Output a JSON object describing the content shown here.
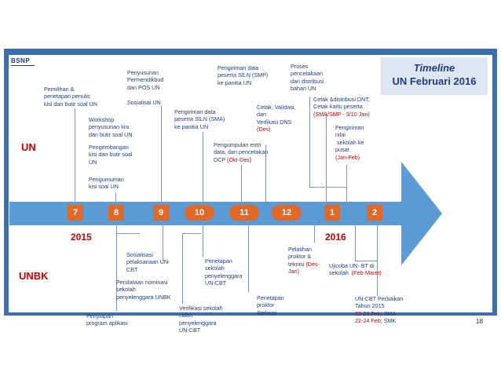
{
  "logo": {
    "text": "BSNP"
  },
  "timeline_box": {
    "title": "Timeline",
    "subtitle": "UN Februari 2016"
  },
  "rows": {
    "un": "UN",
    "unbk": "UNBK"
  },
  "years": {
    "y1": "2015",
    "y2": "2016"
  },
  "months": [
    "7",
    "8",
    "9",
    "10",
    "11",
    "12",
    "1",
    "2"
  ],
  "colors": {
    "frame": "#3b6fb0",
    "band": "#5b9bd5",
    "marker": "#e0692a",
    "accent_red": "#c00000",
    "text_blue": "#1f3d7a"
  },
  "un_notes": {
    "n1": "Pemilihan &\npenetapan penulis\nkisi dan butir soal UN",
    "n2": "Workshop\npenyusunan kisi\ndan butir soal UN",
    "n3": "Pengembangan\nkisi dan butir soal\nUN",
    "n4": "Pengumuman\nkisi soal UN",
    "n5": "Penyusunan\nPermendikbud\ndan POS UN",
    "n6": "Sosialisai UN",
    "n7": "Pengiriman data\npeserta SILN (SMA)\nke panitia UN",
    "n8": "Pengiriman data\npeserta SILN (SMP)\nke panitia UN",
    "n9a": "Pengumpulan entri\ndata, dan pencetakan\nDCP ",
    "n9b": "(Okt-Des)",
    "n10a": "Cetak, Validasi,\ndan\nVerfikasi DNS\n",
    "n10b": "(Des)",
    "n11": "Proses\npencetakaan\ndan distribusi\nbahan UN",
    "n12a": "Cetak &distribusi DNT;\nCetak kartu peserta\n",
    "n12b": "(SMA/SMP - 3/10 Jan)",
    "n13a": "Pengiriman\nnilai\n sekolah ke\npusat\n",
    "n13b": "(Jan-Feb)"
  },
  "unbk_notes": {
    "m1": "Penyiapan\nprogram aplikasi",
    "m2": "Sosialisasi\npelaksanaan UN-\nCBT",
    "m3": "Pendataan nominasi\nsekolah\npenyelenggara UNBK",
    "m4": "Verifikasi sekolah\ncalon\npenyelenggara\nUN-CBT",
    "m5": "Penetapan\nsekolah\npenyelenggara\nUN-CBT",
    "m6": "Penetapan\nproktor\n&teknisi",
    "m7a": "Pelatihan\nproktor &\nteknisi ",
    "m7b": "(Des-\nJan)",
    "m8a": "Ujicoba UN- BT di\nsekolah  ",
    "m8b": "(Feb-Maret)",
    "m9a": "UN-CBT Perbaikan\nTahun 2015\n",
    "m9b": "22-23 Feb;",
    "m9c": " SMA\n",
    "m9d": "22-24 Feb;",
    "m9e": " SMK"
  },
  "page_number": "18"
}
